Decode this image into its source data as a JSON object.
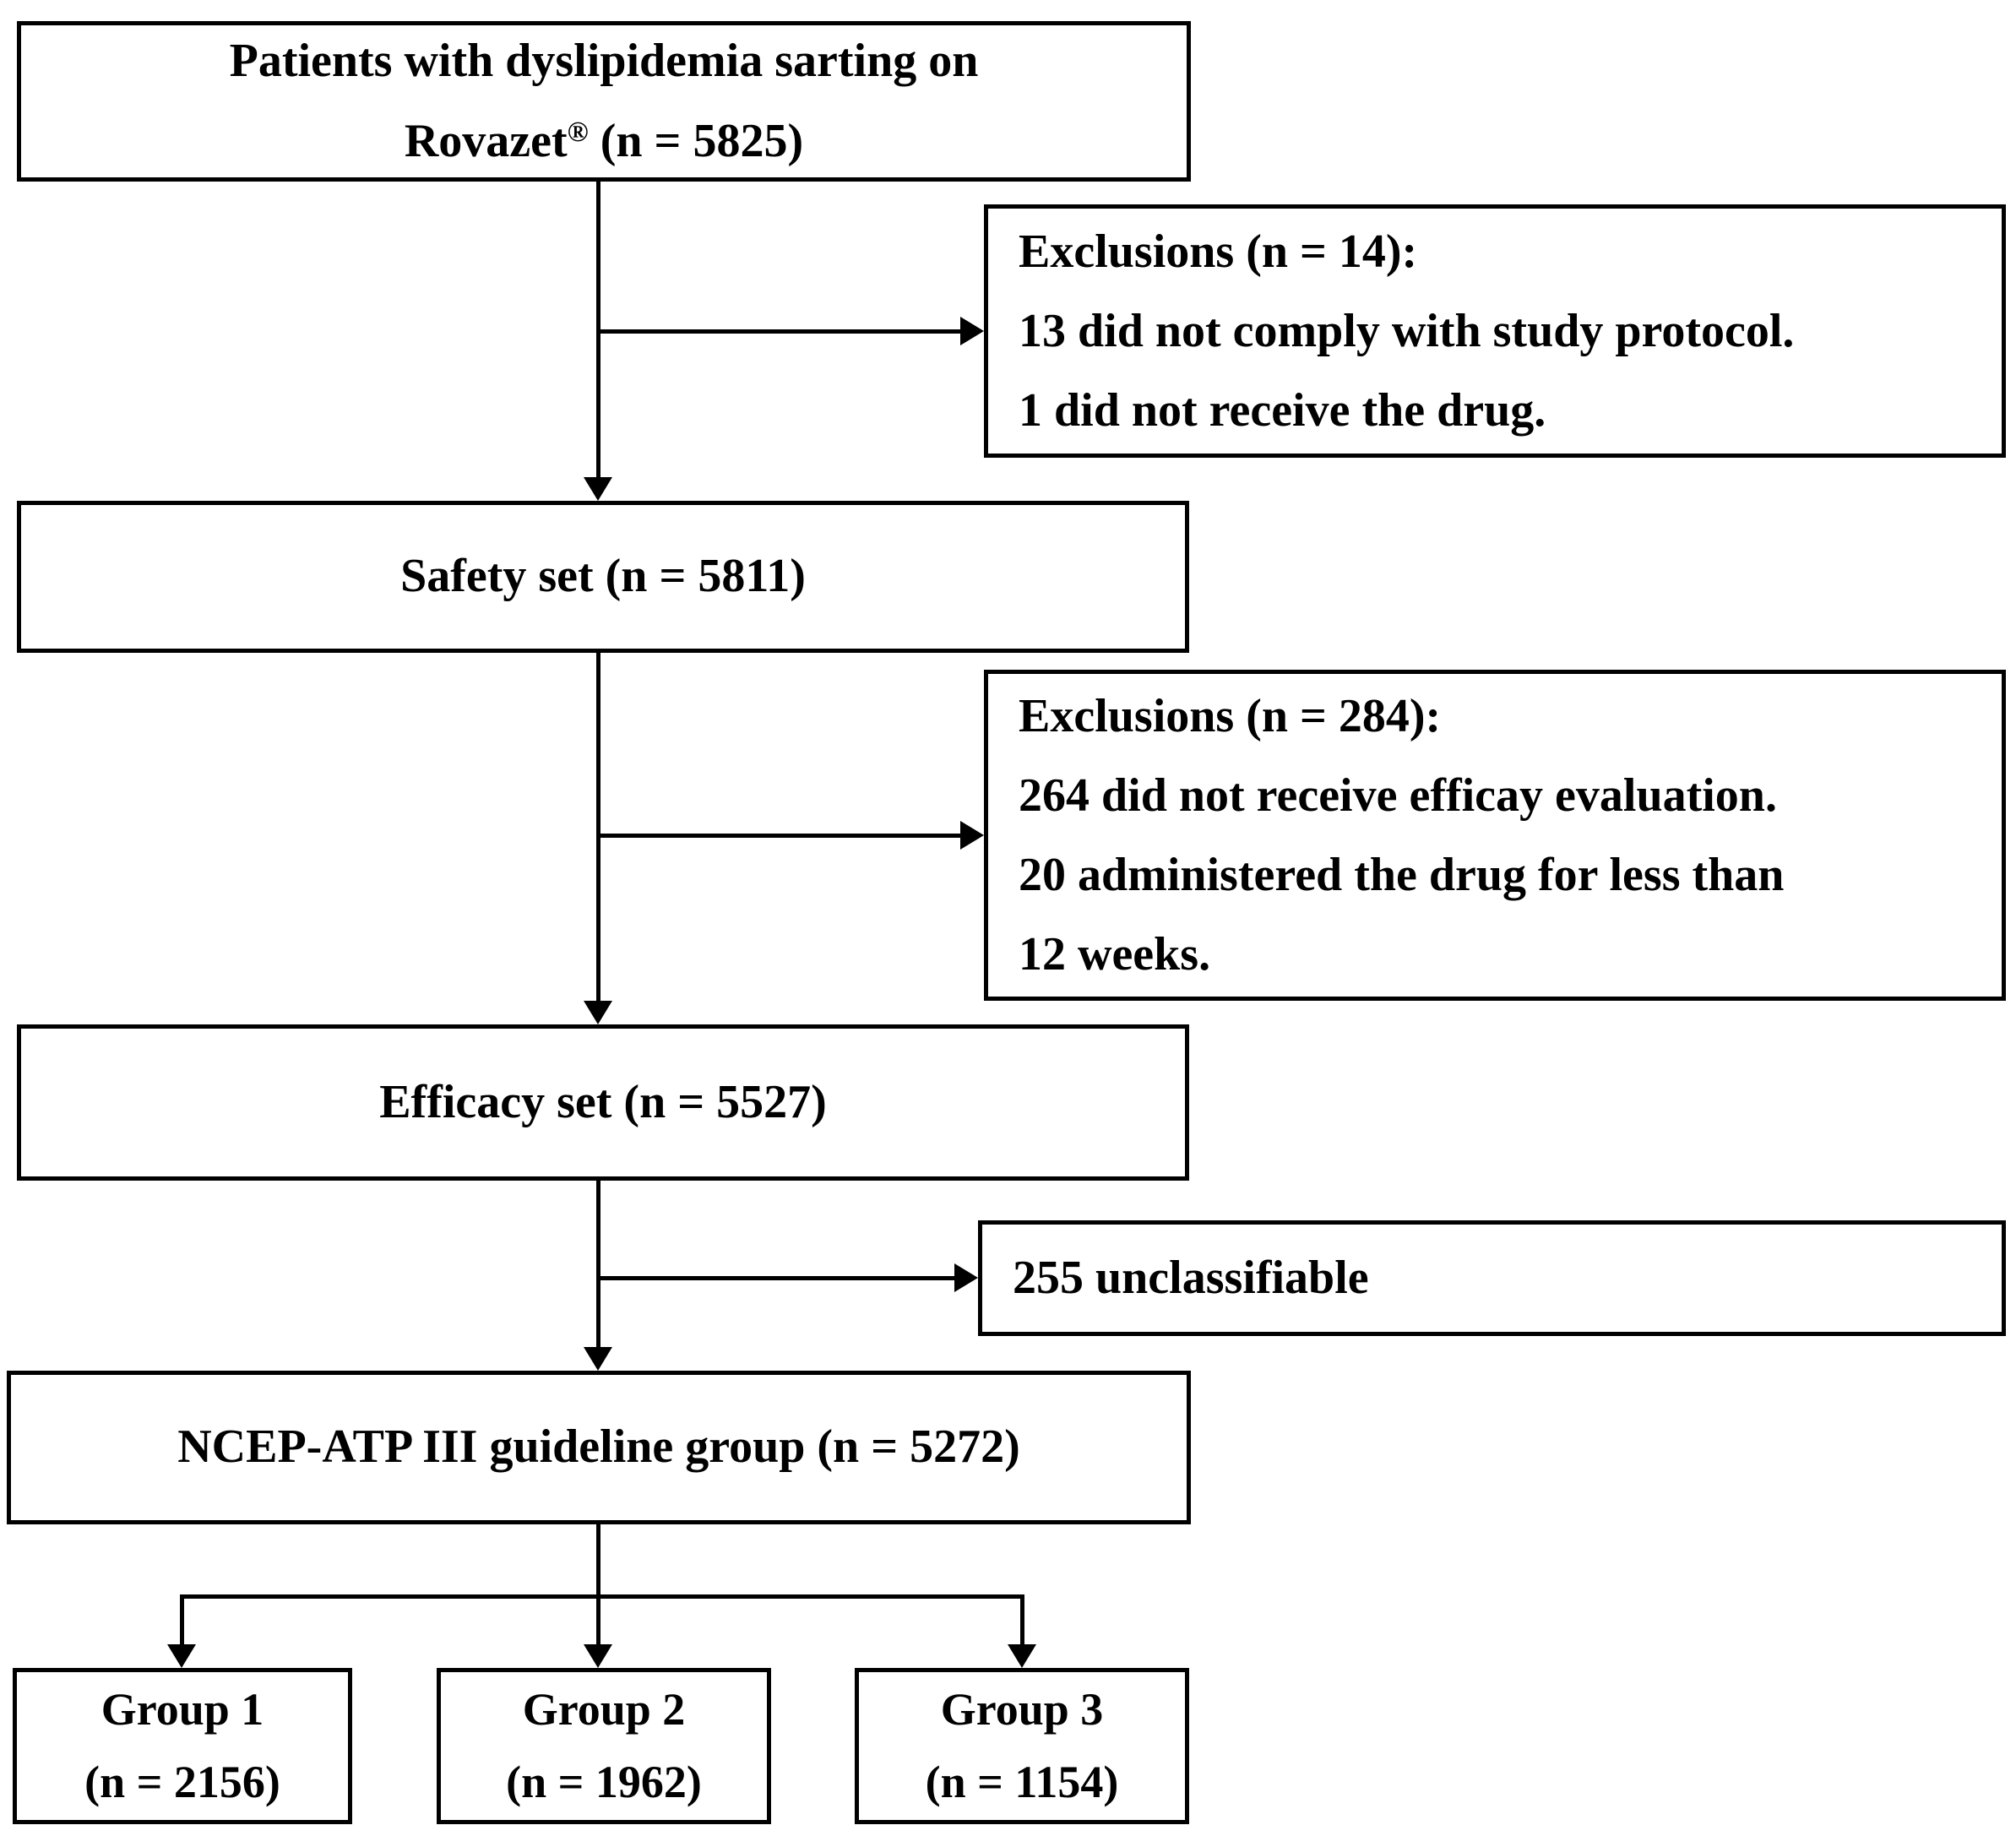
{
  "diagram": {
    "type": "flowchart",
    "colors": {
      "line": "#000000",
      "box_background": "#ffffff",
      "text": "#000000"
    },
    "boxes": {
      "patients": {
        "line1": "Patients with dyslipidemia sarting on",
        "brand": "Rovazet",
        "reg_mark": "®",
        "n_suffix": " (n = 5825)"
      },
      "exclusions1": {
        "lines": [
          "Exclusions (n = 14):",
          "13 did not comply with study protocol.",
          "1 did not receive the drug."
        ]
      },
      "safety": {
        "label": "Safety set (n = 5811)"
      },
      "exclusions2": {
        "lines": [
          "Exclusions (n = 284):",
          "264 did not receive efficay evaluation.",
          "20 administered the drug for less than",
          "12 weeks."
        ]
      },
      "efficacy": {
        "label": "Efficacy set (n = 5527)"
      },
      "unclassifiable": {
        "label": "255 unclassifiable"
      },
      "ncep": {
        "label": "NCEP-ATP III guideline group (n = 5272)"
      },
      "group1": {
        "line1": "Group 1",
        "line2": "(n = 2156)"
      },
      "group2": {
        "line1": "Group 2",
        "line2": "(n = 1962)"
      },
      "group3": {
        "line1": "Group 3",
        "line2": "(n = 1154)"
      }
    }
  }
}
